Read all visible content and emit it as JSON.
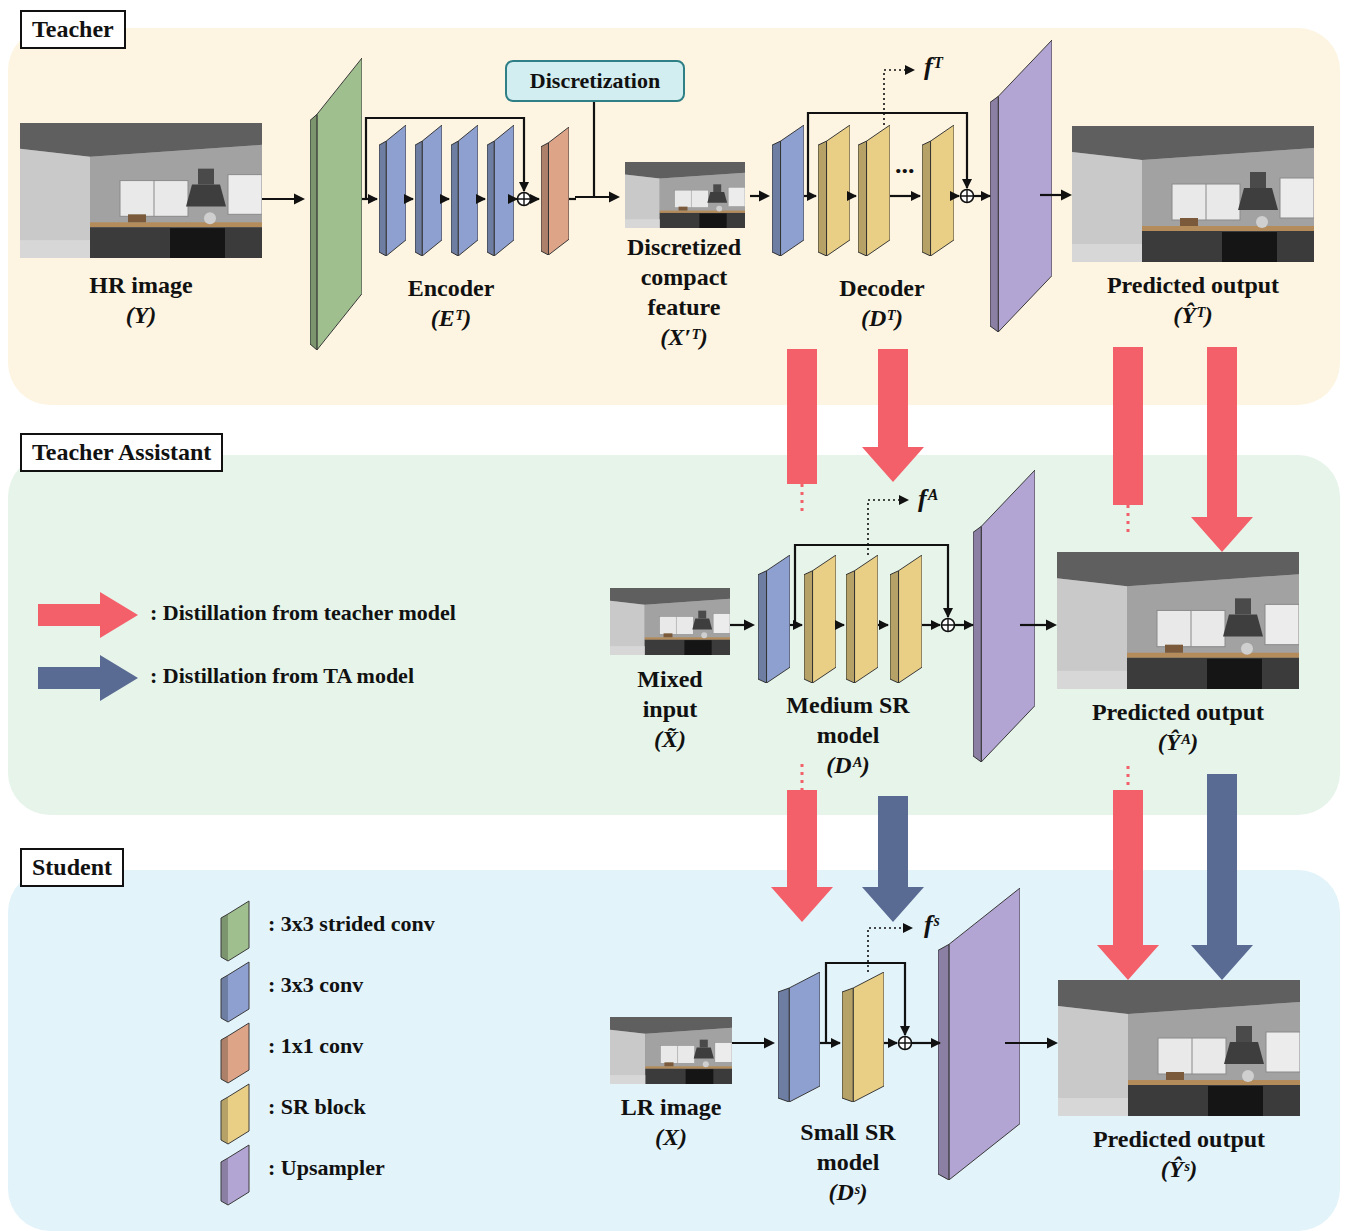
{
  "diagram": {
    "nodes": [
      {
        "text": [
          "Teacher"
        ]
      },
      {
        "text": [
          "HR image",
          "(Y)"
        ],
        "in": 0
      },
      {
        "text": [
          "Encoder",
          "(Eᵀ)"
        ],
        "in": 0
      },
      {
        "text": [
          "Discretization"
        ],
        "in": 0
      },
      {
        "text": [
          "Discretized compact feature",
          "(X′ᵀ)"
        ],
        "in": 0
      },
      {
        "text": [
          "Decoder",
          "(Dᵀ)"
        ],
        "in": 0
      },
      {
        "text": [
          "Predicted output",
          "(Ŷᵀ)"
        ],
        "in": 0
      },
      {
        "text": [
          "Teacher Assistant"
        ]
      },
      {
        "text": [
          "Mixed input",
          "(X̃)"
        ],
        "in": 7
      },
      {
        "text": [
          "Medium SR model",
          "(Dᴬ)"
        ],
        "in": 7
      },
      {
        "text": [
          "Predicted output",
          "(Ŷᴬ)"
        ],
        "in": 7
      },
      {
        "text": [
          "Student"
        ]
      },
      {
        "text": [
          "LR image",
          "(X)"
        ],
        "in": 11
      },
      {
        "text": [
          "Small SR model",
          "(Dˢ)"
        ],
        "in": 11
      },
      {
        "text": [
          "Predicted output",
          "(Ŷˢ)"
        ],
        "in": 11
      }
    ],
    "edges": [
      {
        "from": 1,
        "to": 2,
        "arrow": "to"
      },
      {
        "from": 2,
        "to": 4,
        "arrow": "to"
      },
      {
        "from": 4,
        "to": 5,
        "arrow": "to"
      },
      {
        "from": 5,
        "to": 6,
        "arrow": "to"
      },
      {
        "from": 8,
        "to": 9,
        "arrow": "to"
      },
      {
        "from": 9,
        "to": 10,
        "arrow": "to"
      },
      {
        "from": 12,
        "to": 13,
        "arrow": "to"
      },
      {
        "from": 13,
        "to": 14,
        "arrow": "to"
      },
      {
        "from": 5,
        "to": 9,
        "arrow": "to"
      },
      {
        "from": 5,
        "to": 13,
        "arrow": "to"
      },
      {
        "from": 9,
        "to": 13,
        "arrow": "to"
      },
      {
        "from": 6,
        "to": 10,
        "arrow": "to"
      },
      {
        "from": 6,
        "to": 14,
        "arrow": "to"
      },
      {
        "from": 10,
        "to": 14,
        "arrow": "to"
      }
    ],
    "labels": [
      "fᵀ",
      "...",
      "fᴬ",
      "fˢ"
    ],
    "legend": [
      {
        "text": ": Distillation from teacher model",
        "color": "#f4606a"
      },
      {
        "text": ": Distillation from TA model",
        "color": "#5a6b93"
      },
      {
        "text": ": 3x3 strided conv",
        "color": "#9fbf8f"
      },
      {
        "text": ": 3x3 conv",
        "color": "#8ea0d0"
      },
      {
        "text": ": 1x1 conv",
        "color": "#dea488"
      },
      {
        "text": ": SR block",
        "color": "#e9cf85"
      },
      {
        "text": ": Upsampler",
        "color": "#b3a5d3"
      }
    ]
  }
}
